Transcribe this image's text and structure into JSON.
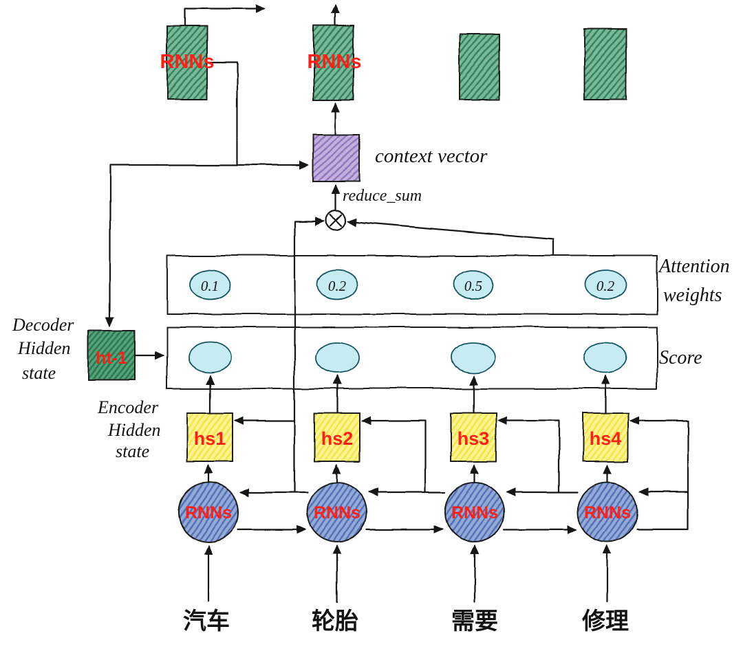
{
  "colors": {
    "red_label": "#fe2016",
    "green_fill": "#79b898",
    "green_dark": "#57a07c",
    "purple_fill": "#c3b0dc",
    "yellow_fill": "#fcf48e",
    "blue_fill": "#93a9d6",
    "cyan_fill": "#c6ecf2",
    "ink": "#141414"
  },
  "decoder": {
    "rnn_labels": [
      "RNNs",
      "RNNs"
    ],
    "hidden_state_label": "ht-1",
    "hidden_state_caption": [
      "Decoder",
      "Hidden",
      "state"
    ]
  },
  "attention": {
    "context_vector_label": "context vector",
    "reduce_sum_label": "reduce_sum",
    "weights_caption": [
      "Attention",
      "weights"
    ],
    "weights": [
      "0.1",
      "0.2",
      "0.5",
      "0.2"
    ],
    "score_caption": "Score"
  },
  "encoder": {
    "hidden_state_caption": [
      "Encoder",
      "Hidden",
      "state"
    ],
    "hidden_states": [
      "hs1",
      "hs2",
      "hs3",
      "hs4"
    ],
    "rnn_labels": [
      "RNNs",
      "RNNs",
      "RNNs",
      "RNNs"
    ],
    "input_words": [
      "汽车",
      "轮胎",
      "需要",
      "修理"
    ]
  }
}
